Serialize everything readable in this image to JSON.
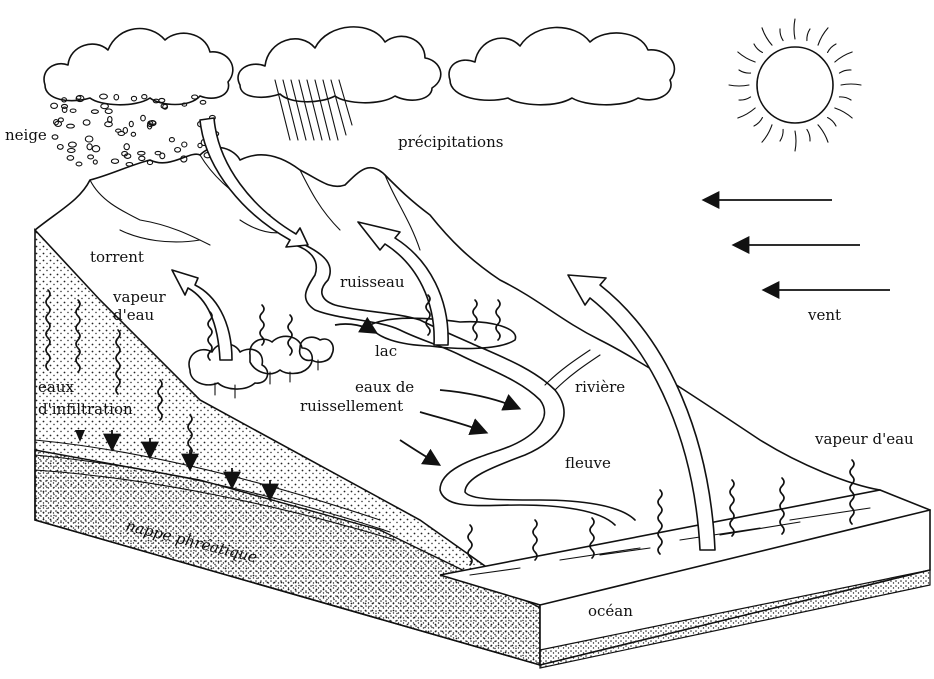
{
  "labels": {
    "neige": "neige",
    "precipitations": "précipitations",
    "torrent": "torrent",
    "ruisseau": "ruisseau",
    "vapeur_1": "vapeur",
    "vapeur_2": "d'eau",
    "lac": "lac",
    "eaux_ruiss_1": "eaux de",
    "eaux_ruiss_2": "ruissellement",
    "riviere": "rivière",
    "eaux_infil_1": "eaux",
    "eaux_infil_2": "d'infiltration",
    "fleuve": "fleuve",
    "vapeur_deau": "vapeur d'eau",
    "nappe": "nappe phréatique",
    "ocean": "océan",
    "vent": "vent"
  }
}
